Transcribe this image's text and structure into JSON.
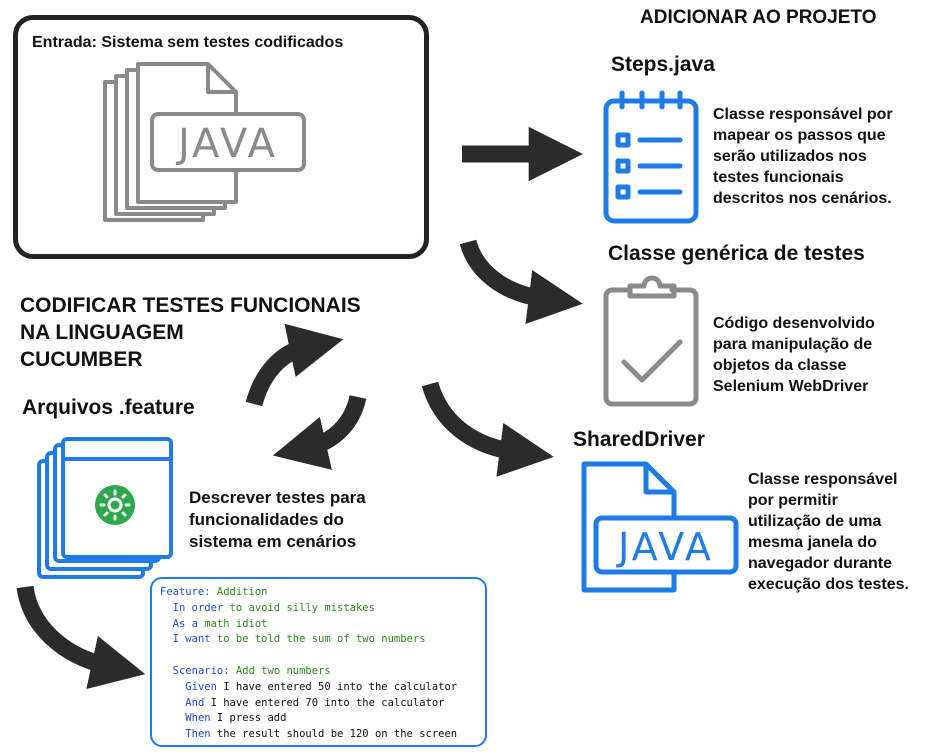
{
  "input": {
    "title": "Entrada: Sistema sem testes codificados",
    "file_icon_text": "JAVA"
  },
  "add_heading": "ADICIONAR AO PROJETO",
  "steps": {
    "title": "Steps.java",
    "description": [
      "Classe responsável por",
      "mapear os passos que",
      "serão utilizados nos",
      "testes funcionais",
      "descritos nos cenários."
    ]
  },
  "generic": {
    "title": "Classe genérica de testes",
    "description": [
      "Código desenvolvido",
      "para manipulação de",
      "objetos da classe",
      "Selenium WebDriver"
    ]
  },
  "shared": {
    "title": "SharedDriver",
    "file_icon_text": "JAVA",
    "description": [
      "Classe responsável",
      "por permitir",
      "utilização de uma",
      "mesma janela do",
      "navegador durante",
      "execução dos testes."
    ]
  },
  "code_heading": [
    "CODIFICAR TESTES FUNCIONAIS",
    "NA LINGUAGEM",
    "CUCUMBER"
  ],
  "feature_files": {
    "title": "Arquivos .feature",
    "description": [
      "Descrever testes para",
      "funcionalidades do",
      "sistema em cenários"
    ]
  },
  "code": {
    "feature_kw": "Feature:",
    "feature_text": " Addition",
    "l1_kw": "In order",
    "l1_text": " to avoid silly mistakes",
    "l2_kw": "As a",
    "l2_text": " math idiot",
    "l3_kw": "I want",
    "l3_text": " to be told the sum of two numbers",
    "scenario_kw": "Scenario:",
    "scenario_text": " Add two numbers",
    "given_kw": "Given",
    "given_text": " I have entered 50 into the calculator",
    "and_kw": "And",
    "and_text": " I have entered 70 into the calculator",
    "when_kw": "When",
    "when_text": " I press add",
    "then_kw": "Then",
    "then_text": " the result should be 120 on the screen"
  },
  "colors": {
    "blue": "#1e7be8",
    "gray": "#8a8a8a",
    "dark": "#2b2b2b",
    "green": "#2da84a"
  },
  "icons": [
    "java-file-stack-icon",
    "checklist-notebook-icon",
    "clipboard-check-icon",
    "java-file-icon",
    "cucumber-file-stack-icon"
  ]
}
